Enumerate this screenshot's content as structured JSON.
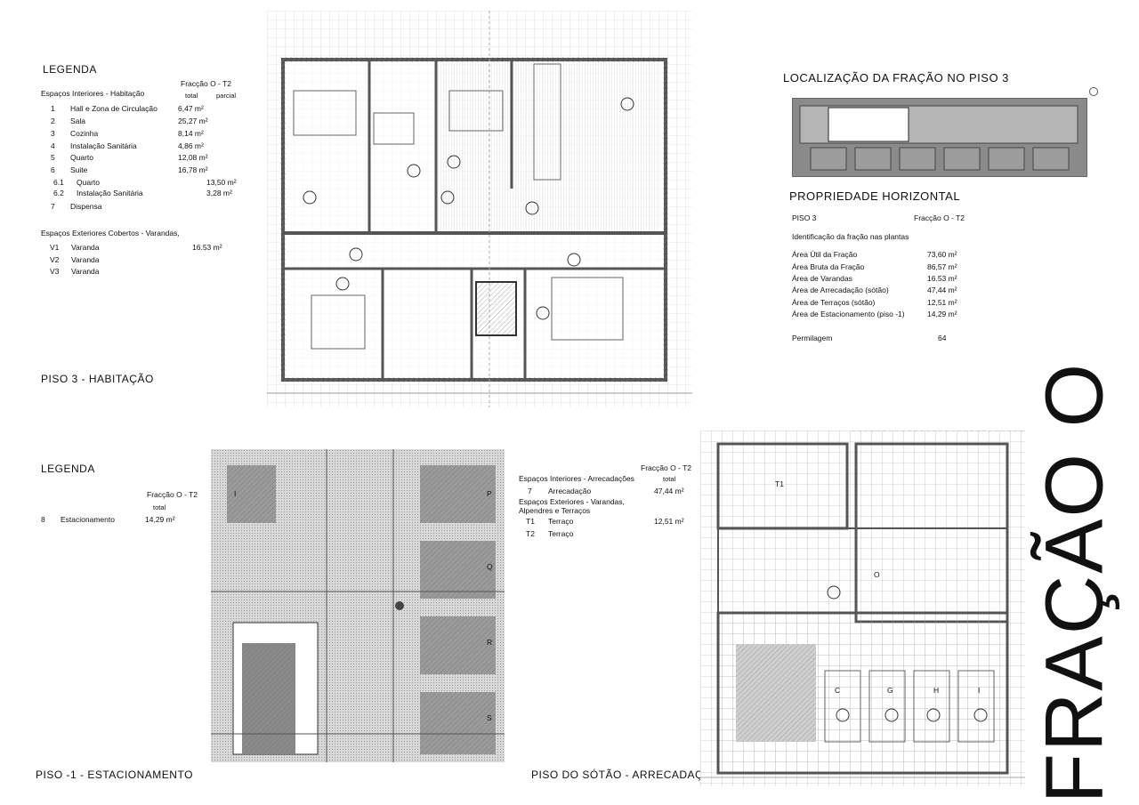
{
  "piso3": {
    "legend_title": "LEGENDA",
    "unit_header": "Fracção O - T2",
    "group1": "Espaços Interiores - Habitação",
    "col_total": "total",
    "col_parcial": "parcial",
    "items": [
      {
        "n": "1",
        "name": "Hall e Zona de Circulação",
        "value": "6,47 m²"
      },
      {
        "n": "2",
        "name": "Sala",
        "value": "25,27 m²"
      },
      {
        "n": "3",
        "name": "Cozinha",
        "value": "8,14 m²"
      },
      {
        "n": "4",
        "name": "Instalação Sanitária",
        "value": "4,86 m²"
      },
      {
        "n": "5",
        "name": "Quarto",
        "value": "12,08 m²"
      },
      {
        "n": "6",
        "name": "Suite",
        "value": "16,78 m²"
      },
      {
        "n": "6.1",
        "name": "Quarto",
        "value": "13,50 m²"
      },
      {
        "n": "6.2",
        "name": "Instalação Sanitária",
        "value": "3,28 m²"
      },
      {
        "n": "7",
        "name": "Dispensa",
        "value": ""
      }
    ],
    "group2": "Espaços Exteriores Cobertos - Varandas,",
    "varandas": [
      {
        "n": "V1",
        "name": "Varanda",
        "value": "16.53 m²"
      },
      {
        "n": "V2",
        "name": "Varanda",
        "value": ""
      },
      {
        "n": "V3",
        "name": "Varanda",
        "value": ""
      }
    ],
    "plan_title": "PISO 3 - HABITAÇÃO"
  },
  "location": {
    "title": "LOCALIZAÇÃO DA FRAÇÃO NO PISO 3"
  },
  "propriedade": {
    "title": "PROPRIEDADE HORIZONTAL",
    "piso": "PISO 3",
    "fraccao": "Fracção O - T2",
    "ident": "Identificação da fração nas plantas",
    "rows": [
      {
        "label": "Área Útil da Fração",
        "value": "73,60 m²"
      },
      {
        "label": "Área Bruta da Fração",
        "value": "86,57 m²"
      },
      {
        "label": "Área de Varandas",
        "value": "16.53 m²"
      },
      {
        "label": "Área de Arrecadação (sótão)",
        "value": "47,44 m²"
      },
      {
        "label": "Área de Terraços (sótão)",
        "value": "12,51 m²"
      },
      {
        "label": "Área de Estacionamento (piso -1)",
        "value": "14,29 m²"
      }
    ],
    "permilagem_label": "Permilagem",
    "permilagem_value": "64"
  },
  "piso_menos1": {
    "legend_title": "LEGENDA",
    "unit_header": "Fracção O - T2",
    "col_total": "total",
    "item": {
      "n": "8",
      "name": "Estacionamento",
      "value": "14,29 m²"
    },
    "plan_title": "PISO -1 - ESTACIONAMENTO",
    "labels": [
      "I",
      "P",
      "Q",
      "R",
      "S"
    ]
  },
  "sotao": {
    "unit_header": "Fracção O - T2",
    "col_total": "total",
    "group1": "Espaços Interiores - Arrecadações",
    "item7": {
      "n": "7",
      "name": "Arrecadação",
      "value": "47,44 m²"
    },
    "group2a": "Espaços Exteriores - Varandas,",
    "group2b": "Alpendres e Terraços",
    "t1": {
      "n": "T1",
      "name": "Terraço",
      "value": "12,51 m²"
    },
    "t2": {
      "n": "T2",
      "name": "Terraço",
      "value": ""
    },
    "plan_title": "PISO DO SÓTÃO - ARRECADAÇÕES",
    "labels": [
      "T1",
      "O",
      "C",
      "G",
      "H",
      "I"
    ]
  },
  "big_title": "FRAÇÃO O"
}
